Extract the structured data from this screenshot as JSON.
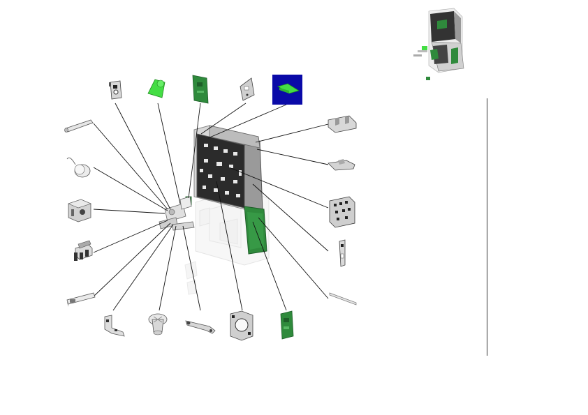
{
  "viewer": {
    "kind": "exploded-parts-diagram",
    "background": "#ffffff",
    "leader_line_color": "#111111",
    "selected_part_highlight": "#0a0aa8"
  },
  "colors": {
    "metal_light": "#e4e4e4",
    "metal_mid": "#bdbdbd",
    "metal_dark": "#7a7a7a",
    "outline": "#4d4d4d",
    "board_green": "#2f8a3c",
    "board_green_dark": "#1e5e29",
    "bright_green": "#44dd44",
    "chassis_dark": "#2b2b2b"
  },
  "parts": [
    {
      "id": "rod",
      "icon": "rod-icon"
    },
    {
      "id": "spring-coil",
      "icon": "coil-icon"
    },
    {
      "id": "mounting-block",
      "icon": "block-icon"
    },
    {
      "id": "solenoid",
      "icon": "solenoid-icon"
    },
    {
      "id": "shaft-bar",
      "icon": "bar-icon"
    },
    {
      "id": "bracket-small",
      "icon": "bracket-icon"
    },
    {
      "id": "knob",
      "icon": "knob-icon"
    },
    {
      "id": "lever-arm",
      "icon": "lever-icon"
    },
    {
      "id": "frame-plate",
      "icon": "frame-icon"
    },
    {
      "id": "circuit-board-bottom",
      "icon": "circuit-board-icon"
    },
    {
      "id": "bracket-top",
      "icon": "bracket-icon"
    },
    {
      "id": "green-clip",
      "icon": "clip-icon"
    },
    {
      "id": "circuit-board-top",
      "icon": "circuit-board-icon"
    },
    {
      "id": "cover-plate",
      "icon": "plate-icon"
    },
    {
      "id": "selected-board",
      "icon": "circuit-board-icon",
      "selected": true
    },
    {
      "id": "top-rail",
      "icon": "rail-icon"
    },
    {
      "id": "slide-plate",
      "icon": "plate-icon"
    },
    {
      "id": "main-board",
      "icon": "circuit-board-icon"
    },
    {
      "id": "vertical-bracket",
      "icon": "bracket-icon"
    },
    {
      "id": "thin-rail",
      "icon": "rail-icon"
    }
  ]
}
